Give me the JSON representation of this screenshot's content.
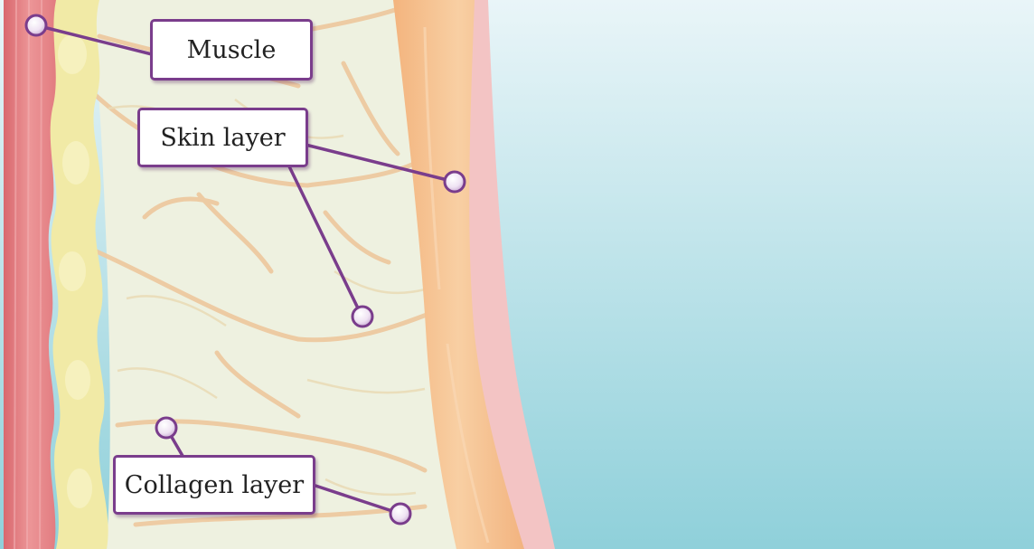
{
  "diagram": {
    "labels": {
      "muscle": "Muscle",
      "skin": "Skin layer",
      "collagen": "Collagen layer"
    },
    "colors": {
      "muscle": "#e8868a",
      "fat": "#f1eaa6",
      "tissue": "#eef1e0",
      "skin": "#f6c596",
      "epidermis": "#f3c4c4",
      "background_top": "#e9f5f8",
      "background_bottom": "#8fd0da",
      "accent": "#7a3d8c"
    },
    "icons": [
      "callout-marker-icon"
    ]
  }
}
